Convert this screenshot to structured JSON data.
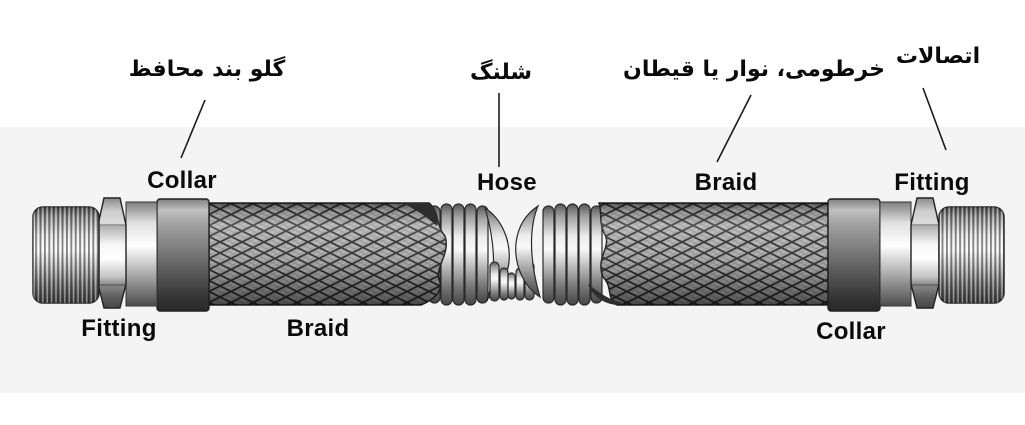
{
  "labels": {
    "collar_fa": "گلو بند محافظ",
    "hose_fa": "شلنگ",
    "braid_fa": "خرطومی، نوار یا قیطان",
    "fittings_fa": "اتصالات",
    "collar_left": "Collar",
    "hose_en": "Hose",
    "braid_right": "Braid",
    "fitting_right": "Fitting",
    "fitting_left": "Fitting",
    "braid_left": "Braid",
    "collar_right": "Collar"
  },
  "colors": {
    "background": "#ffffff",
    "band": "#f4f4f4",
    "text": "#0a0a0a",
    "line": "#1c1c1c",
    "braid_base": "#a7a7a7",
    "braid_weave": "#2f2f2f",
    "metal_dark": "#2a2a2a",
    "metal_light": "#f8f8f8"
  }
}
